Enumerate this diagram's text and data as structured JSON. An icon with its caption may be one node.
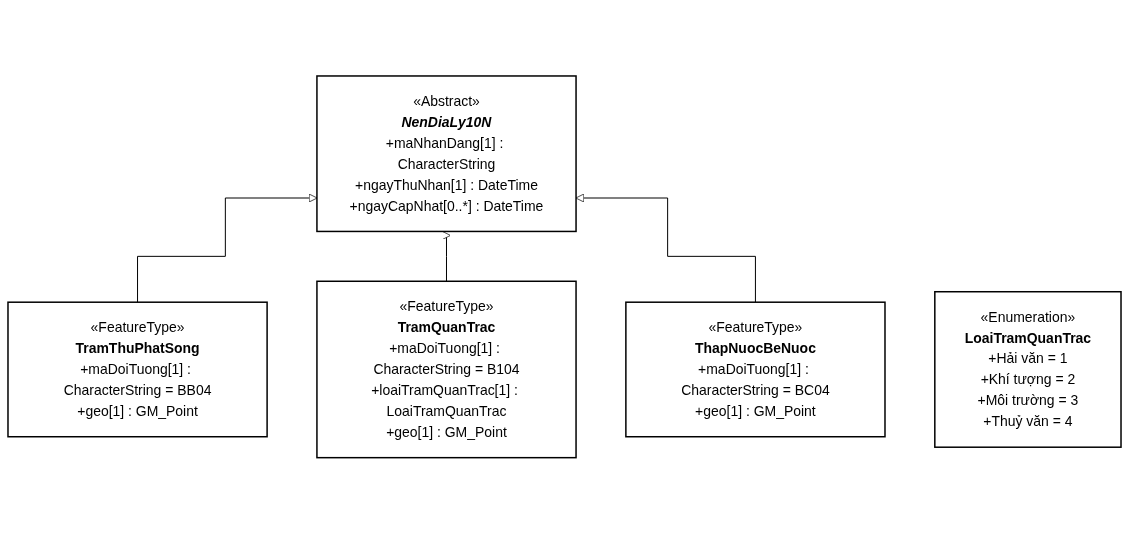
{
  "diagram": {
    "nodes": [
      {
        "text": [
          "«Abstract»",
          "NenDiaLy10N",
          "+maNhanDang[1] : CharacterString",
          "+ngayThuNhan[1] : DateTime",
          "+ngayCapNhat[0..*] : DateTime"
        ]
      },
      {
        "text": [
          "«FeatureType»",
          "TramThuPhatSong",
          "+maDoiTuong[1] : CharacterString = BB04",
          "+geo[1] : GM_Point"
        ]
      },
      {
        "text": [
          "«FeatureType»",
          "TramQuanTrac",
          "+maDoiTuong[1] : CharacterString = B104",
          "+loaiTramQuanTrac[1] : LoaiTramQuanTrac",
          "+geo[1] : GM_Point"
        ]
      },
      {
        "text": [
          "«FeatureType»",
          "ThapNuocBeNuoc",
          "+maDoiTuong[1] : CharacterString = BC04",
          "+geo[1] : GM_Point"
        ]
      },
      {
        "text": [
          "«Enumeration»",
          "LoaiTramQuanTrac",
          "+Hải văn = 1",
          "+Khí tượng = 2",
          "+Môi trường = 3",
          "+Thuỷ văn = 4"
        ]
      }
    ],
    "edges": [
      {
        "from": 1,
        "to": 0,
        "arrow": "to"
      },
      {
        "from": 2,
        "to": 0,
        "arrow": "to"
      },
      {
        "from": 3,
        "to": 0,
        "arrow": "to"
      }
    ]
  }
}
